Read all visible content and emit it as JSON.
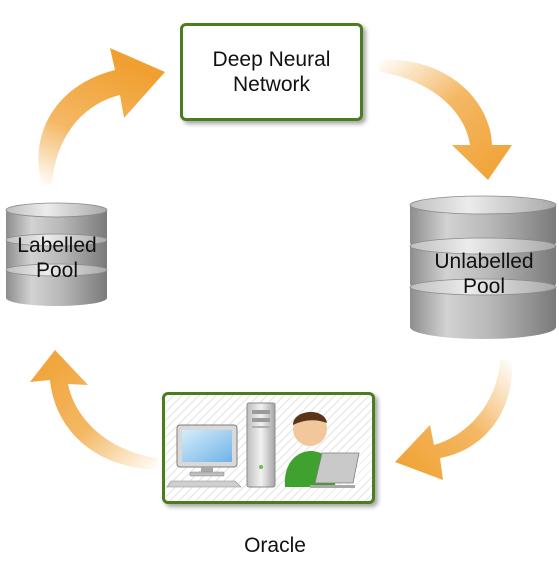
{
  "nodes": {
    "dnn": {
      "label": "Deep Neural\nNetwork"
    },
    "labelled_pool": {
      "label": "Labelled\nPool"
    },
    "unlabelled_pool": {
      "label": "Unlabelled\nPool"
    },
    "oracle": {
      "label": "Oracle"
    }
  },
  "colors": {
    "arrow": "#f0a030",
    "box_border": "#4a7d1e",
    "database_gray": "#a8a8a8",
    "person_shirt": "#3fa12e"
  },
  "icons": [
    "monitor-icon",
    "computer-tower-icon",
    "person-with-laptop-icon",
    "database-icon"
  ]
}
